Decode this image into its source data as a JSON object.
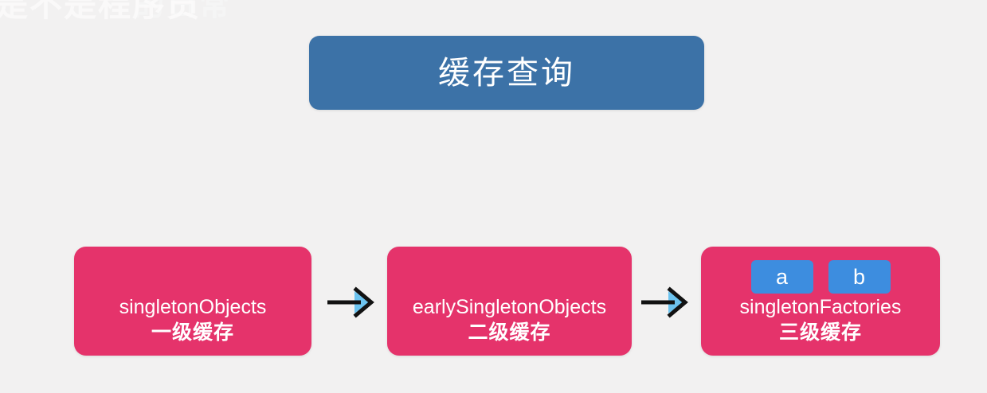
{
  "background_color": "#f2f1f1",
  "watermark": {
    "text": "是不是程序员",
    "text_secondary": "的日常",
    "color": "#ffffff"
  },
  "title": {
    "label": "缓存查询",
    "background_color": "#3c72a7",
    "text_color": "#ffffff"
  },
  "diagram": {
    "type": "flow",
    "box_color": "#e5336b",
    "chip_color": "#3d8ddf",
    "arrow_color": "#121212",
    "arrow_fill_color": "#6cc3ef",
    "boxes": [
      {
        "name": "singletonObjects",
        "level": "一级缓存",
        "chips": []
      },
      {
        "name": "earlySingletonObjects",
        "level": "二级缓存",
        "chips": []
      },
      {
        "name": "singletonFactories",
        "level": "三级缓存",
        "chips": [
          "a",
          "b"
        ]
      }
    ],
    "arrows": [
      {
        "from": "singletonObjects",
        "to": "earlySingletonObjects",
        "glyph": "arrow-right-icon"
      },
      {
        "from": "earlySingletonObjects",
        "to": "singletonFactories",
        "glyph": "arrow-right-icon"
      }
    ]
  }
}
